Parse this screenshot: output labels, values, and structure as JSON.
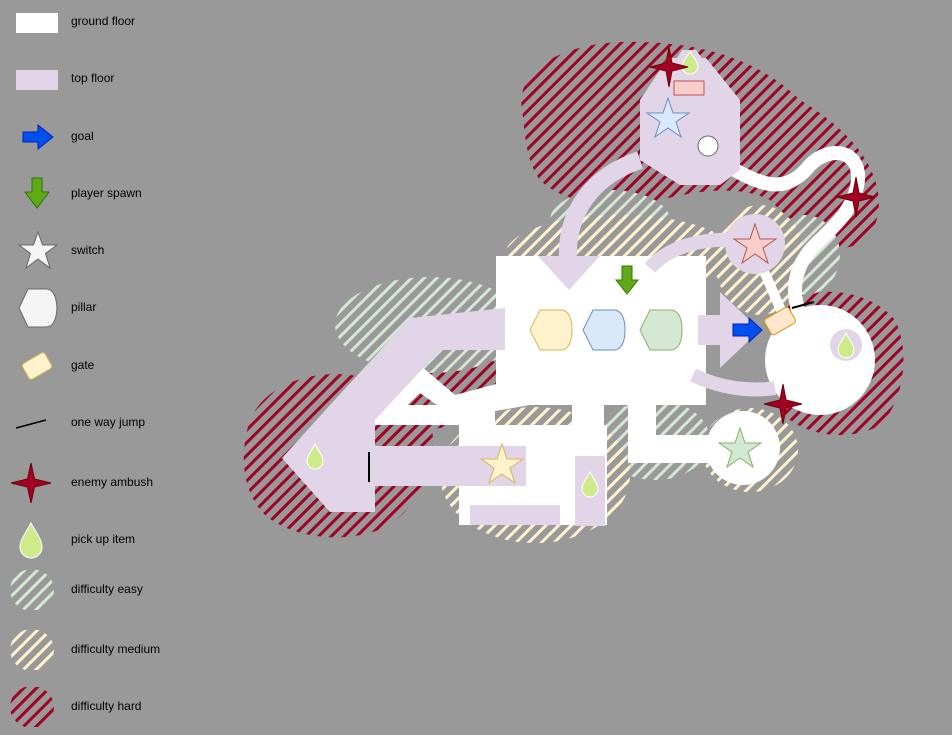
{
  "legend": {
    "items": [
      {
        "icon": "ground-floor-swatch",
        "label": "ground floor"
      },
      {
        "icon": "top-floor-swatch",
        "label": "top floor"
      },
      {
        "icon": "goal-arrow-icon",
        "label": "goal"
      },
      {
        "icon": "player-spawn-arrow-icon",
        "label": "player spawn"
      },
      {
        "icon": "switch-star-icon",
        "label": "switch"
      },
      {
        "icon": "pillar-icon",
        "label": "pillar"
      },
      {
        "icon": "gate-icon",
        "label": "gate"
      },
      {
        "icon": "one-way-jump-icon",
        "label": "one way jump"
      },
      {
        "icon": "enemy-ambush-icon",
        "label": "enemy ambush"
      },
      {
        "icon": "pick-up-item-icon",
        "label": "pick up item"
      },
      {
        "icon": "difficulty-easy-hatch-icon",
        "label": "difficulty easy"
      },
      {
        "icon": "difficulty-medium-hatch-icon",
        "label": "difficulty medium"
      },
      {
        "icon": "difficulty-hard-hatch-icon",
        "label": "difficulty hard"
      }
    ]
  },
  "colors": {
    "background": "#999999",
    "ground_floor": "#ffffff",
    "top_floor": "#e1d5e7",
    "goal": "#0050ef",
    "player_spawn": "#60a917",
    "enemy_ambush": "#a20025",
    "pick_up_item": "#cdeb8b",
    "difficulty_easy": "#d5e8d4",
    "difficulty_medium": "#fff2cc",
    "difficulty_hard": "#a20025",
    "pillar_yellow": "#fff2cc",
    "pillar_blue": "#dae8fc",
    "pillar_green": "#d5e8d4",
    "switch_blue": "#dae8fc",
    "switch_red": "#f8cecc",
    "switch_yellow": "#fff2cc",
    "switch_green": "#d5e8d4",
    "gate": "#ffe6cc"
  }
}
